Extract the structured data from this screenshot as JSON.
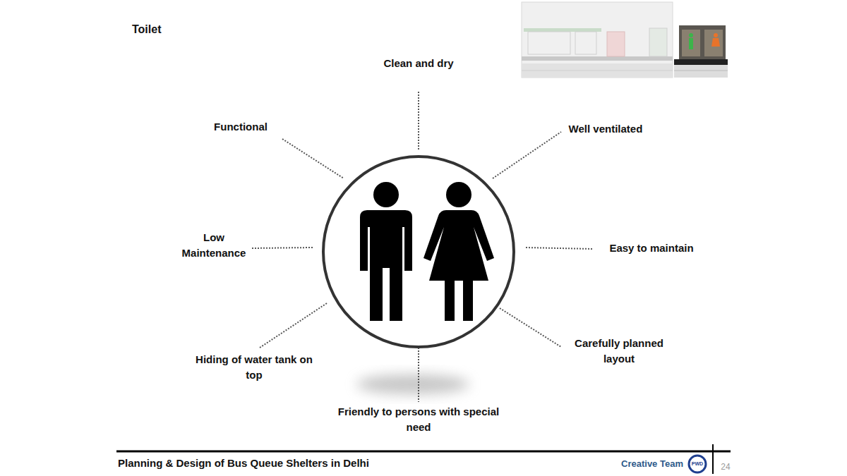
{
  "diagram": {
    "title": "Toilet",
    "labels": [
      "Clean and dry",
      "Well ventilated",
      "Easy to maintain",
      "Carefully planned layout",
      "Friendly to persons with special need",
      "Hiding of water tank on top",
      "Low Maintenance",
      "Functional",
      "Planning & Design of Bus Queue Shelters in Delhi",
      "Creative Team",
      "PWD",
      "24"
    ]
  }
}
